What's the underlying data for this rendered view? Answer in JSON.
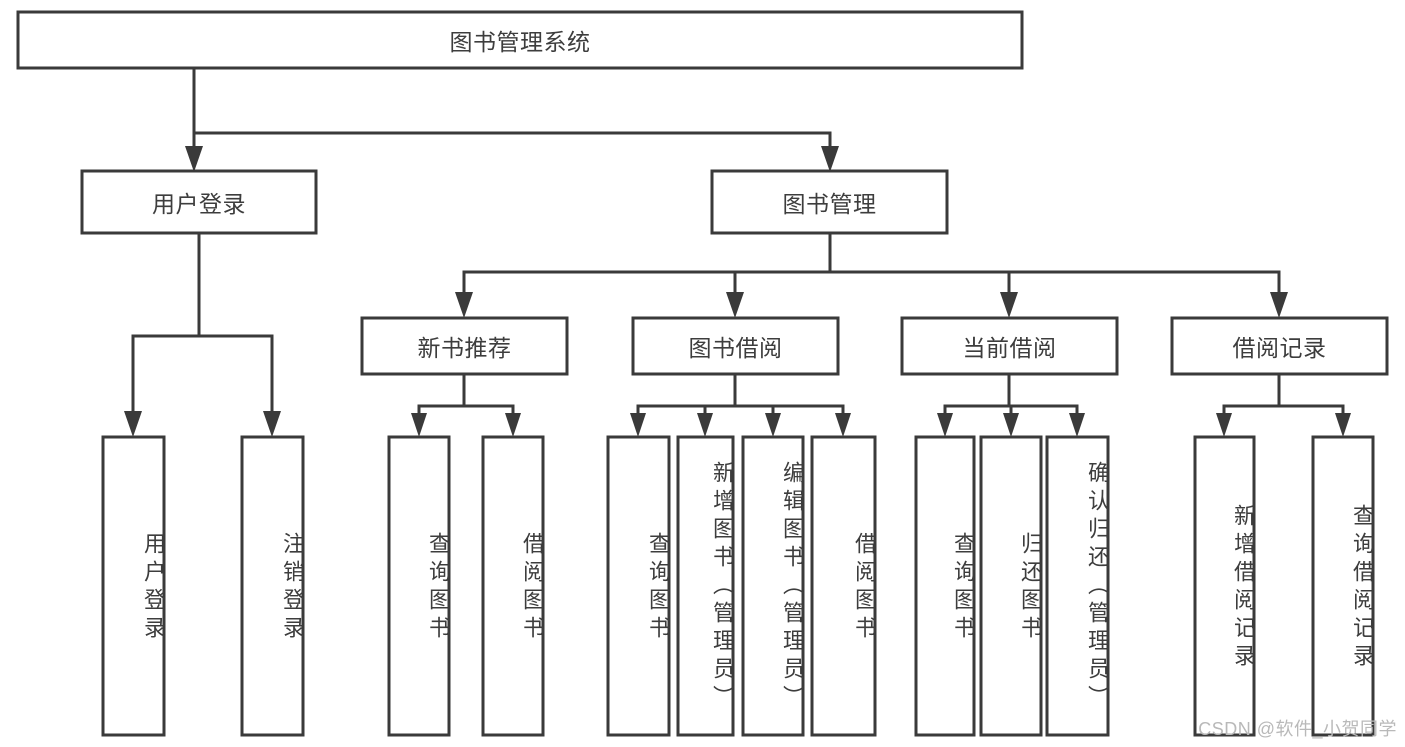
{
  "diagram": {
    "type": "tree",
    "title": "图书管理系统",
    "root": {
      "id": "root",
      "label": "图书管理系统",
      "orientation": "horizontal"
    },
    "level2": [
      {
        "id": "user-login",
        "label": "用户登录",
        "orientation": "horizontal"
      },
      {
        "id": "book-management",
        "label": "图书管理",
        "orientation": "horizontal"
      }
    ],
    "level3": [
      {
        "id": "new-book-recommend",
        "label": "新书推荐",
        "orientation": "horizontal",
        "parent": "book-management"
      },
      {
        "id": "book-borrow",
        "label": "图书借阅",
        "orientation": "horizontal",
        "parent": "book-management"
      },
      {
        "id": "current-borrow",
        "label": "当前借阅",
        "orientation": "horizontal",
        "parent": "book-management"
      },
      {
        "id": "borrow-record",
        "label": "借阅记录",
        "orientation": "horizontal",
        "parent": "book-management"
      }
    ],
    "leaves": [
      {
        "id": "leaf-user-login",
        "label": "用户登录",
        "orientation": "vertical",
        "parent": "user-login"
      },
      {
        "id": "leaf-user-logout",
        "label": "注销登录",
        "orientation": "vertical",
        "parent": "user-login"
      },
      {
        "id": "leaf-query-book-1",
        "label": "查询图书",
        "orientation": "vertical",
        "parent": "new-book-recommend"
      },
      {
        "id": "leaf-borrow-book-1",
        "label": "借阅图书",
        "orientation": "vertical",
        "parent": "new-book-recommend"
      },
      {
        "id": "leaf-query-book-2",
        "label": "查询图书",
        "orientation": "vertical",
        "parent": "book-borrow"
      },
      {
        "id": "leaf-add-book",
        "label": "新增图书（管理员）",
        "orientation": "vertical",
        "parent": "book-borrow"
      },
      {
        "id": "leaf-edit-book",
        "label": "编辑图书（管理员）",
        "orientation": "vertical",
        "parent": "book-borrow"
      },
      {
        "id": "leaf-borrow-book-2",
        "label": "借阅图书",
        "orientation": "vertical",
        "parent": "book-borrow"
      },
      {
        "id": "leaf-query-book-3",
        "label": "查询图书",
        "orientation": "vertical",
        "parent": "current-borrow"
      },
      {
        "id": "leaf-return-book",
        "label": "归还图书",
        "orientation": "vertical",
        "parent": "current-borrow"
      },
      {
        "id": "leaf-confirm-return",
        "label": "确认归还（管理员）",
        "orientation": "vertical",
        "parent": "current-borrow"
      },
      {
        "id": "leaf-add-record",
        "label": "新增借阅记录",
        "orientation": "vertical",
        "parent": "borrow-record"
      },
      {
        "id": "leaf-query-record",
        "label": "查询借阅记录",
        "orientation": "vertical",
        "parent": "borrow-record"
      }
    ],
    "watermark": "CSDN @软件_小贺同学",
    "colors": {
      "stroke": "#3a3a3a",
      "fill": "#ffffff",
      "text": "#3d3d3d",
      "watermark": "#b9b9b9",
      "background": "#ffffff"
    }
  }
}
